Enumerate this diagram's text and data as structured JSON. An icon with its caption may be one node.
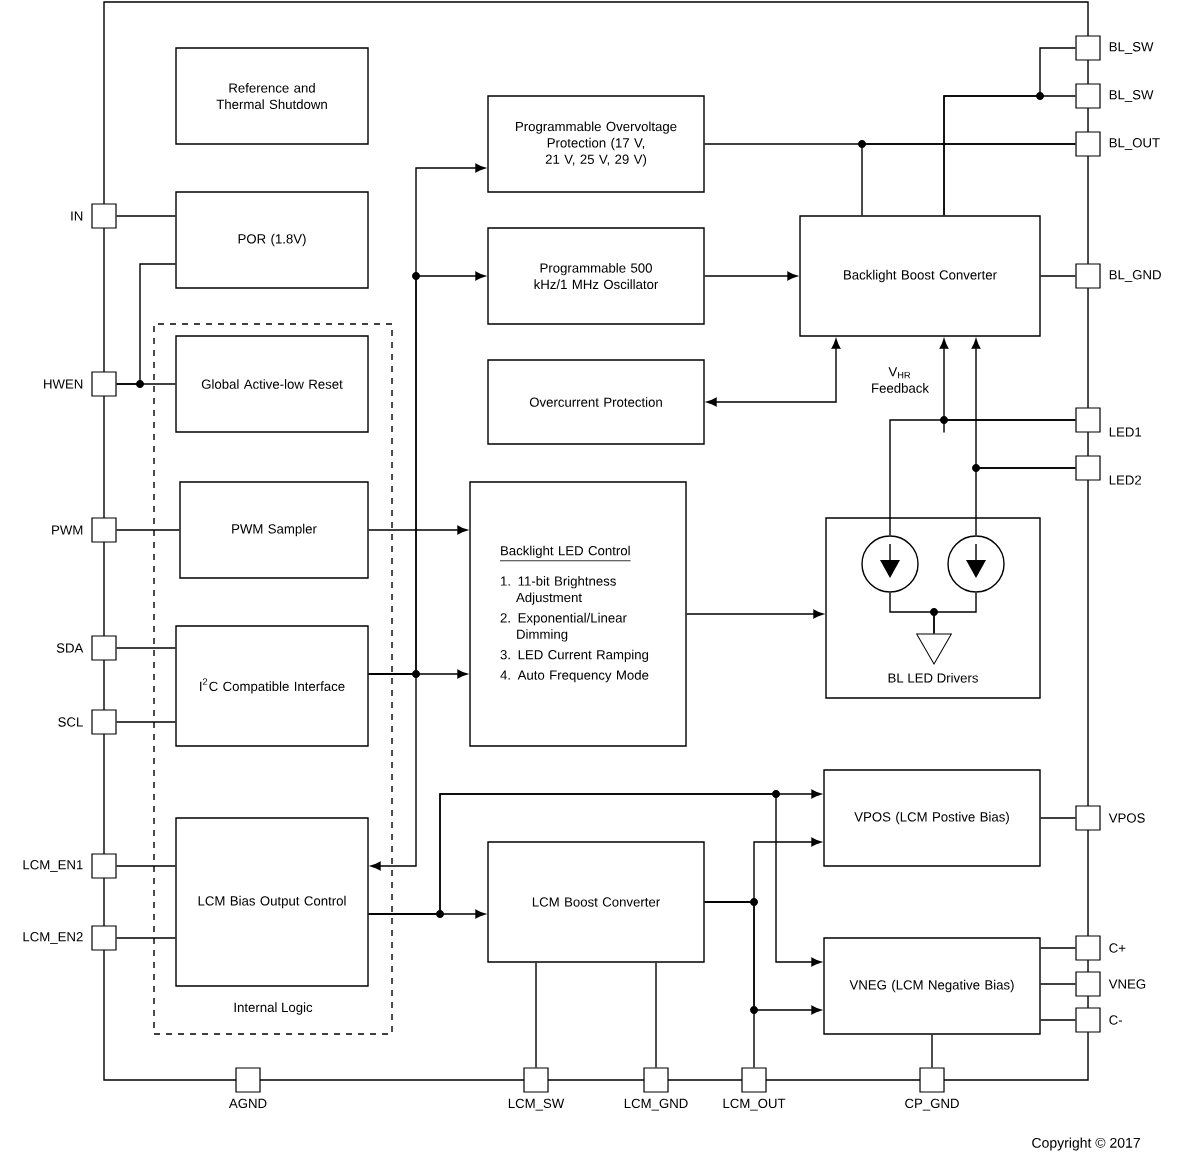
{
  "diagram": {
    "nodes": [
      {
        "text": [
          "Reference and Thermal Shutdown"
        ]
      },
      {
        "text": [
          "POR (1.8V)"
        ]
      },
      {
        "text": [
          "Internal Logic"
        ]
      },
      {
        "text": [
          "Global Active-low Reset"
        ],
        "in": 2
      },
      {
        "text": [
          "PWM Sampler"
        ],
        "in": 2
      },
      {
        "text": [
          "I$^{2}$C Compatible Interface"
        ],
        "in": 2
      },
      {
        "text": [
          "LCM Bias Output Control"
        ],
        "in": 2
      },
      {
        "text": [
          "Programmable Overvoltage Protection (17 V, 21 V, 25 V, 29 V)"
        ]
      },
      {
        "text": [
          "Programmable 500 kHz/1 MHz Oscillator"
        ]
      },
      {
        "text": [
          "Overcurrent Protection"
        ]
      },
      {
        "text": [
          "Backlight LED Control",
          "1. 11-bit Brightness Adjustment",
          "2. Exponential/Linear Dimming",
          "3. LED Current Ramping",
          "4. Auto Frequency Mode"
        ]
      },
      {
        "text": [
          "Backlight Boost Converter"
        ]
      },
      {
        "text": [
          "BL LED Drivers"
        ]
      },
      {
        "text": [],
        "shape": "circle",
        "in": 12
      },
      {
        "text": [],
        "shape": "circle",
        "in": 12
      },
      {
        "text": [],
        "shape": "triangle",
        "in": 12
      },
      {
        "text": [
          "LCM Boost Converter"
        ]
      },
      {
        "text": [
          "VPOS (LCM Postive Bias)"
        ]
      },
      {
        "text": [
          "VNEG (LCM Negative Bias)"
        ]
      },
      {
        "text": [],
        "shape": "box",
        "beside": [
          "IN"
        ]
      },
      {
        "text": [],
        "shape": "box",
        "beside": [
          "HWEN"
        ]
      },
      {
        "text": [],
        "shape": "box",
        "beside": [
          "PWM"
        ]
      },
      {
        "text": [],
        "shape": "box",
        "beside": [
          "SDA"
        ]
      },
      {
        "text": [],
        "shape": "box",
        "beside": [
          "SCL"
        ]
      },
      {
        "text": [],
        "shape": "box",
        "beside": [
          "LCM_EN1"
        ]
      },
      {
        "text": [],
        "shape": "box",
        "beside": [
          "LCM_EN2"
        ]
      },
      {
        "text": [],
        "shape": "box",
        "beside": [
          "BL_SW"
        ]
      },
      {
        "text": [],
        "shape": "box",
        "beside": [
          "BL_SW"
        ]
      },
      {
        "text": [],
        "shape": "box",
        "beside": [
          "BL_OUT"
        ]
      },
      {
        "text": [],
        "shape": "box",
        "beside": [
          "BL_GND"
        ]
      },
      {
        "text": [],
        "shape": "box",
        "beside": [
          "LED1"
        ]
      },
      {
        "text": [],
        "shape": "box",
        "beside": [
          "LED2"
        ]
      },
      {
        "text": [],
        "shape": "box",
        "beside": [
          "VPOS"
        ]
      },
      {
        "text": [],
        "shape": "box",
        "beside": [
          "C+"
        ]
      },
      {
        "text": [],
        "shape": "box",
        "beside": [
          "VNEG"
        ]
      },
      {
        "text": [],
        "shape": "box",
        "beside": [
          "C-"
        ]
      },
      {
        "text": [],
        "shape": "box",
        "beside": [
          "AGND"
        ]
      },
      {
        "text": [],
        "shape": "box",
        "beside": [
          "LCM_SW"
        ]
      },
      {
        "text": [],
        "shape": "box",
        "beside": [
          "LCM_GND"
        ]
      },
      {
        "text": [],
        "shape": "box",
        "beside": [
          "LCM_OUT"
        ]
      },
      {
        "text": [],
        "shape": "box",
        "beside": [
          "CP_GND"
        ]
      }
    ],
    "edges": [
      {
        "from": 19,
        "to": 1,
        "arrow": "none"
      },
      {
        "from": 20,
        "to": 3,
        "arrow": "none"
      },
      {
        "from": 20,
        "to": 1,
        "arrow": "none"
      },
      {
        "from": 21,
        "to": 4,
        "arrow": "none"
      },
      {
        "from": 22,
        "to": 5,
        "arrow": "none"
      },
      {
        "from": 23,
        "to": 5,
        "arrow": "none"
      },
      {
        "from": 24,
        "to": 6,
        "arrow": "none"
      },
      {
        "from": 25,
        "to": 6,
        "arrow": "none"
      },
      {
        "from": 4,
        "to": 10,
        "arrow": "to"
      },
      {
        "from": 5,
        "to": 10,
        "arrow": "to"
      },
      {
        "from": 5,
        "to": 7,
        "arrow": "to"
      },
      {
        "from": 5,
        "to": 8,
        "arrow": "to"
      },
      {
        "from": 5,
        "to": 6,
        "arrow": "to"
      },
      {
        "from": 8,
        "to": 11,
        "arrow": "to"
      },
      {
        "from": 7,
        "to": 28,
        "arrow": "none"
      },
      {
        "from": 11,
        "to": 28,
        "arrow": "none"
      },
      {
        "from": 11,
        "to": 27,
        "arrow": "none"
      },
      {
        "from": 11,
        "to": 26,
        "arrow": "none"
      },
      {
        "from": 11,
        "to": 29,
        "arrow": "none"
      },
      {
        "from": 11,
        "to": 9,
        "arrow": "both"
      },
      {
        "from": 30,
        "to": 13,
        "arrow": "none"
      },
      {
        "from": 30,
        "to": 11,
        "arrow": "to"
      },
      {
        "from": 31,
        "to": 14,
        "arrow": "none"
      },
      {
        "from": 31,
        "to": 11,
        "arrow": "to"
      },
      {
        "from": 13,
        "to": 15,
        "arrow": "none"
      },
      {
        "from": 14,
        "to": 15,
        "arrow": "none"
      },
      {
        "from": 10,
        "to": 12,
        "arrow": "to"
      },
      {
        "from": 6,
        "to": 16,
        "arrow": "to"
      },
      {
        "from": 6,
        "to": 17,
        "arrow": "to"
      },
      {
        "from": 6,
        "to": 18,
        "arrow": "to"
      },
      {
        "from": 16,
        "to": 17,
        "arrow": "to"
      },
      {
        "from": 16,
        "to": 18,
        "arrow": "to"
      },
      {
        "from": 16,
        "to": 39,
        "arrow": "none"
      },
      {
        "from": 16,
        "to": 38,
        "arrow": "none"
      },
      {
        "from": 16,
        "to": 37,
        "arrow": "none"
      },
      {
        "from": 18,
        "to": 40,
        "arrow": "none"
      },
      {
        "from": 17,
        "to": 32,
        "arrow": "none"
      },
      {
        "from": 18,
        "to": 33,
        "arrow": "none"
      },
      {
        "from": 18,
        "to": 34,
        "arrow": "none"
      },
      {
        "from": 18,
        "to": 35,
        "arrow": "none"
      }
    ],
    "labels": [
      "V$_{HR}$ Feedback",
      "Copyright © 2017"
    ]
  }
}
